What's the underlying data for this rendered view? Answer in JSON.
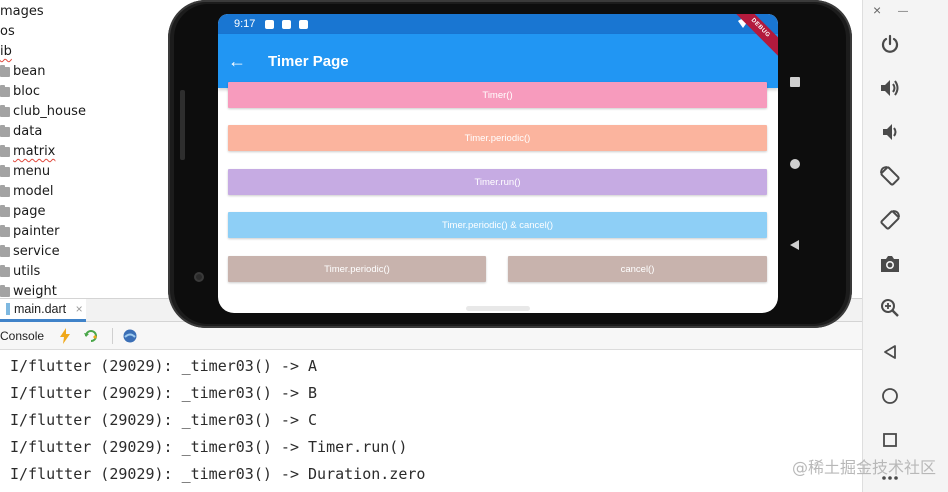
{
  "project_tree": {
    "items": [
      {
        "label": "mages",
        "folder": false
      },
      {
        "label": "os",
        "folder": false
      },
      {
        "label": "ib",
        "folder": false
      },
      {
        "label": "bean",
        "folder": true
      },
      {
        "label": "bloc",
        "folder": true
      },
      {
        "label": "club_house",
        "folder": true
      },
      {
        "label": "data",
        "folder": true
      },
      {
        "label": "matrix",
        "folder": true
      },
      {
        "label": "menu",
        "folder": true
      },
      {
        "label": "model",
        "folder": true
      },
      {
        "label": "page",
        "folder": true
      },
      {
        "label": "painter",
        "folder": true
      },
      {
        "label": "service",
        "folder": true
      },
      {
        "label": "utils",
        "folder": true
      },
      {
        "label": "weight",
        "folder": true
      }
    ]
  },
  "editor_tabs": [
    {
      "label": "main.dart",
      "close": "×"
    }
  ],
  "console": {
    "label": "Console",
    "lines": [
      "I/flutter (29029): _timer03() -> A",
      "I/flutter (29029): _timer03() -> B",
      "I/flutter (29029): _timer03() -> C",
      "I/flutter (29029): _timer03() -> Timer.run()",
      "I/flutter (29029): _timer03() -> Duration.zero"
    ]
  },
  "device": {
    "status_time": "9:17",
    "app_title": "Timer Page",
    "back_icon": "←",
    "debug_label": "DEBUG",
    "buttons": {
      "timer": {
        "label": "Timer()",
        "color": "#f79bbd"
      },
      "periodic": {
        "label": "Timer.periodic()",
        "color": "#fbb49e"
      },
      "run": {
        "label": "Timer.run()",
        "color": "#c6abe3"
      },
      "periodic_cancel": {
        "label": "Timer.periodic() & cancel()",
        "color": "#8ecff6"
      },
      "periodic_small": {
        "label": "Timer.periodic()",
        "color": "#c8b3ad"
      },
      "cancel": {
        "label": "cancel()",
        "color": "#c8b3ad"
      }
    },
    "appbar_color": "#2196f3",
    "statusbar_color": "#1976d2"
  },
  "emulator_panel": {
    "close": "×",
    "minimize": "—",
    "icons": [
      "power-icon",
      "volume-up-icon",
      "volume-down-icon",
      "rotate-left-icon",
      "rotate-right-icon",
      "camera-icon",
      "zoom-in-icon",
      "back-icon",
      "home-icon",
      "overview-icon"
    ]
  },
  "watermark": "@稀土掘金技术社区"
}
